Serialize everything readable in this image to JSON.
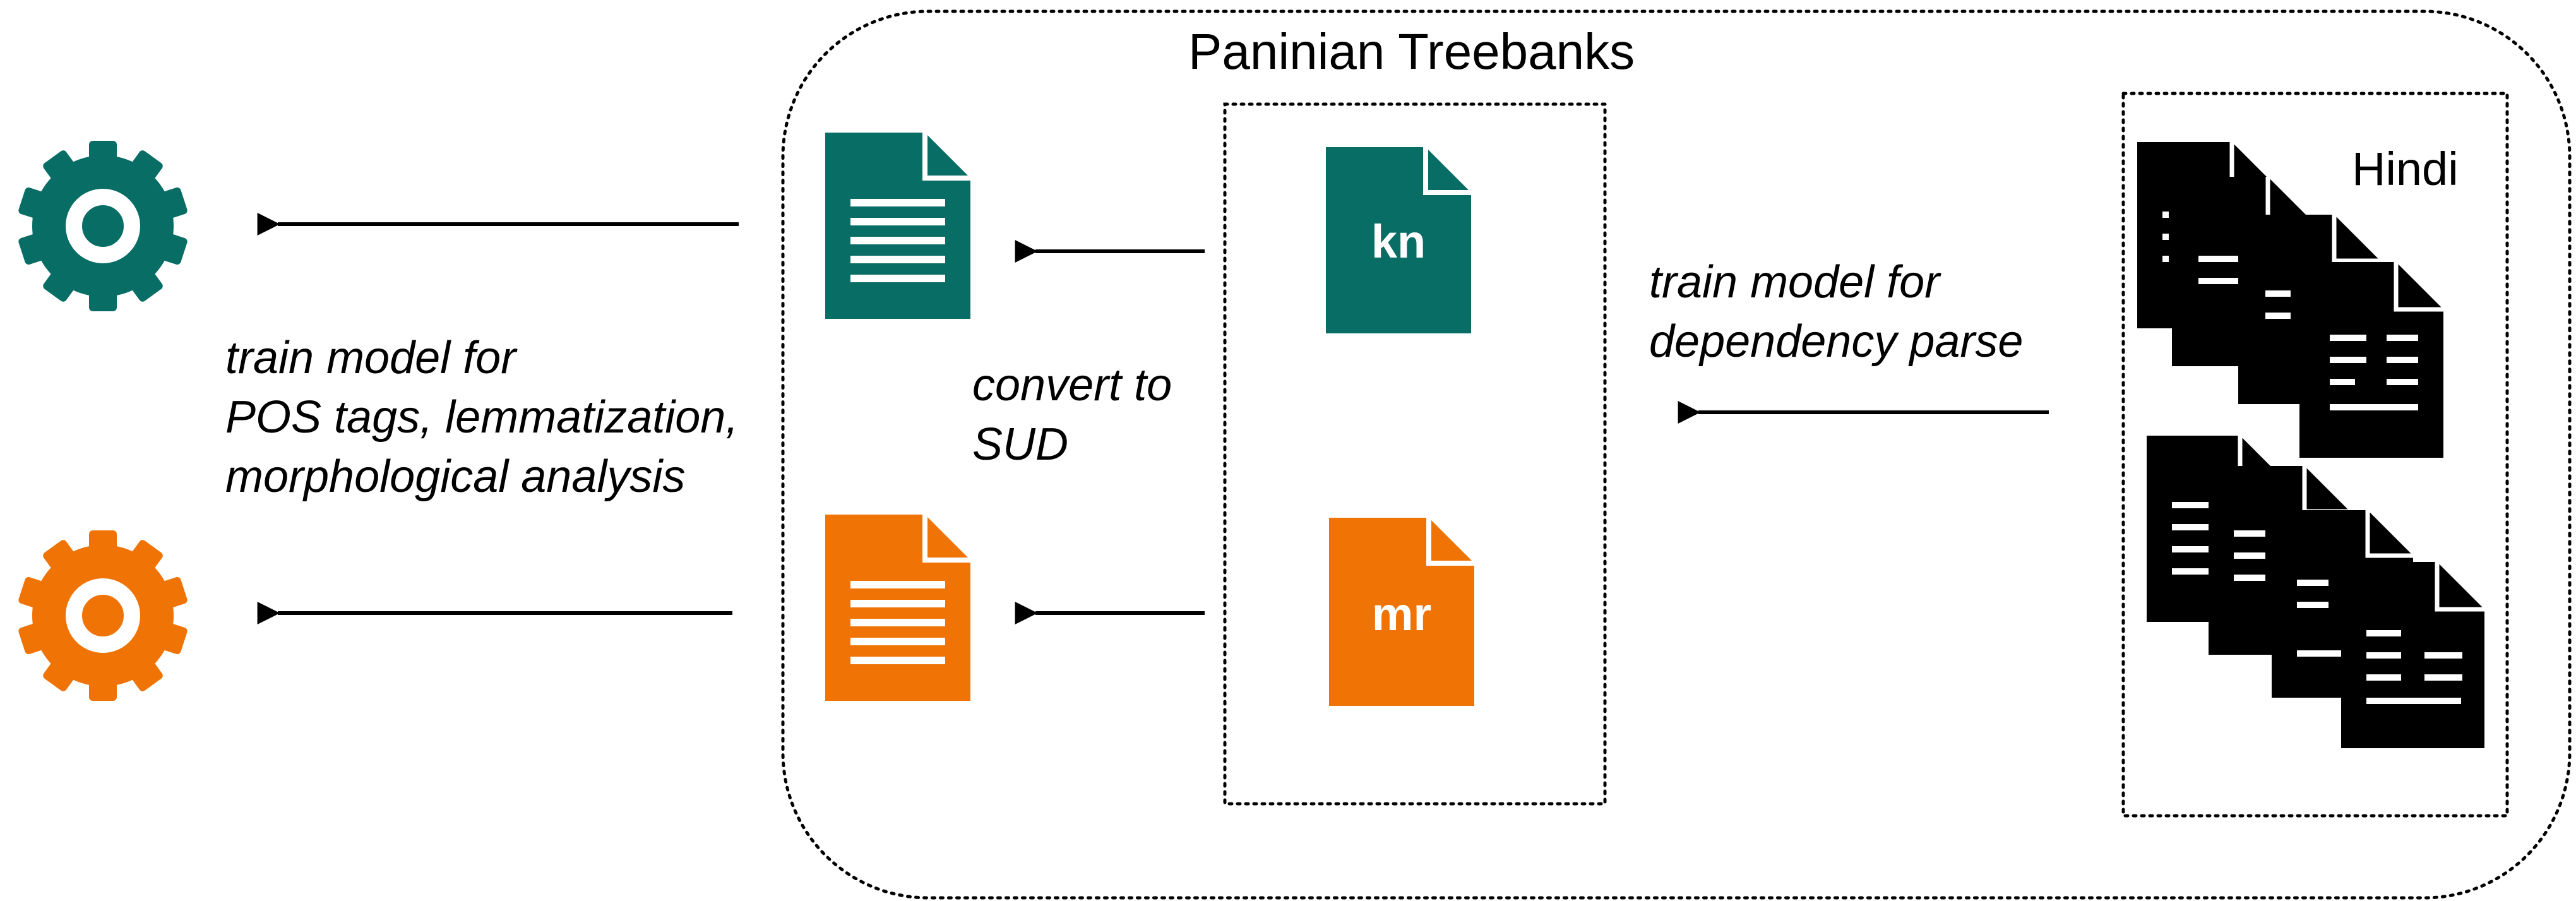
{
  "diagram": {
    "title": "Paninian Treebanks",
    "left_caption_lines": [
      "train model for",
      "POS tags, lemmatization,",
      "morphological analysis"
    ],
    "middle_caption_lines": [
      "convert to",
      "SUD"
    ],
    "right_caption_lines": [
      "train model for",
      "dependency parse"
    ],
    "source_label": "Hindi",
    "language_codes": [
      "kn",
      "mr"
    ]
  },
  "colors": {
    "teal": "#086D64",
    "orange": "#F07305",
    "black": "#000000",
    "white": "#FFFFFF"
  },
  "icons": {
    "gear": "gear-icon",
    "document": "document-icon",
    "file": "file-icon"
  }
}
